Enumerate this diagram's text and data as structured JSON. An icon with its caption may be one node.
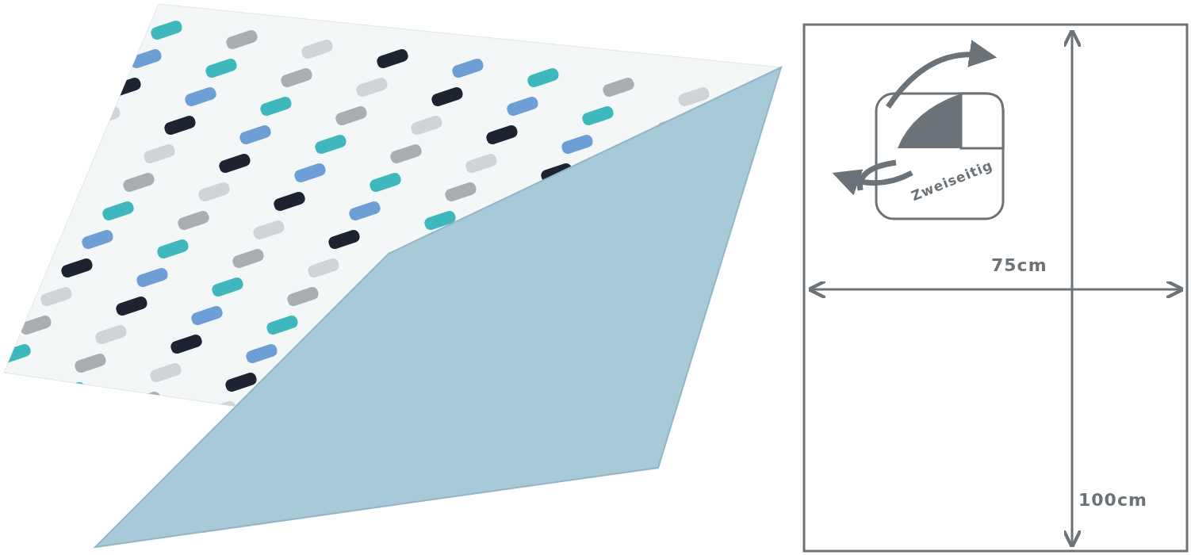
{
  "diagram": {
    "labels": [
      "Zweiseitig",
      "75cm",
      "100cm"
    ]
  }
}
